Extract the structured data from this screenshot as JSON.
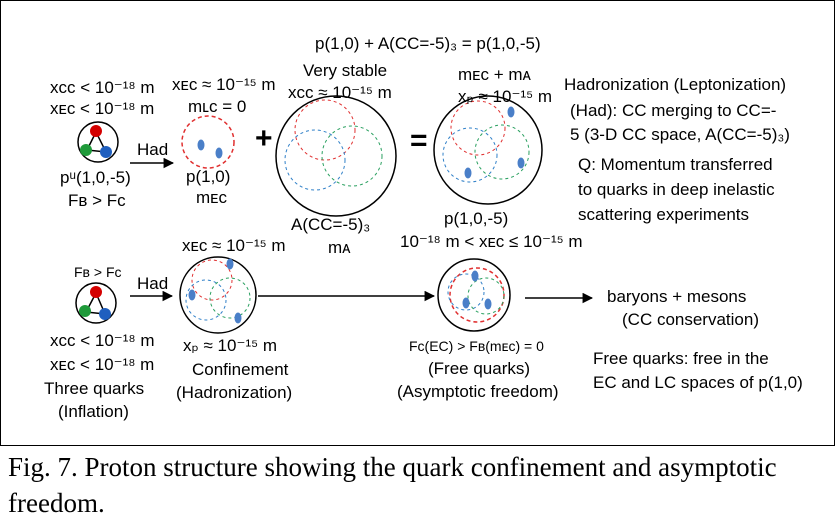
{
  "figure": {
    "top_label": "p(1,0) + A(CC=-5)₃ = p(1,0,-5)",
    "hadronization": {
      "title": "Hadronization (Leptonization)",
      "line1": "(Had): CC merging to CC=-",
      "line2": "5 (3-D CC space, A(CC=-5)₃)"
    },
    "question": {
      "line1": "Q: Momentum transferred",
      "line2": "to quarks in deep inelastic",
      "line3": "scattering experiments"
    },
    "row1": {
      "xcc": "xᴄᴄ < 10⁻¹⁸ m",
      "xec": "xᴇᴄ < 10⁻¹⁸ m",
      "pu": "pᵘ(1,0,-5)",
      "fb_fc": "Fʙ > Fᴄ",
      "had": "Had",
      "xec_approx": "xᴇᴄ ≈ 10⁻¹⁵ m",
      "mlc": "mʟᴄ = 0",
      "p10": "p(1,0)",
      "mec": "mᴇᴄ",
      "plus": "+",
      "very_stable": "Very stable",
      "xcc_approx": "xᴄᴄ ≈ 10⁻¹⁵ m",
      "a_cc": "A(CC=-5)₃",
      "ma": "mᴀ",
      "equals": "=",
      "mec_ma": "mᴇᴄ + mᴀ",
      "xp": "xₚ ≈ 10⁻¹⁵ m",
      "p105": "p(1,0,-5)"
    },
    "row2": {
      "fb_fc": "Fʙ > Fᴄ",
      "had": "Had",
      "xec_approx": "xᴇᴄ ≈ 10⁻¹⁵ m",
      "xcc": "xᴄᴄ < 10⁻¹⁸ m",
      "xec": "xᴇᴄ < 10⁻¹⁸ m",
      "three_quarks": "Three quarks",
      "inflation": "(Inflation)",
      "xp": "xₚ ≈ 10⁻¹⁵ m",
      "confinement": "Confinement",
      "hadronization": "(Hadronization)",
      "range": "10⁻¹⁸ m < xᴇᴄ ≤ 10⁻¹⁵ m",
      "fc_fb": "Fᴄ(EC) > Fʙ(mᴇᴄ) = 0",
      "free_quarks": "(Free  quarks)",
      "asymptotic": "(Asymptotic freedom)",
      "baryons": "baryons + mesons",
      "cc_conservation": "(CC conservation)",
      "free_line1": "Free  quarks: free in the",
      "free_line2": "EC and LC spaces of p(1,0)"
    },
    "caption": "Fig. 7. Proton structure showing the quark confinement and asymptotic freedom.",
    "colors": {
      "quark_red": "#d40000",
      "quark_green": "#1f9a3a",
      "quark_blue": "#1f5fbf",
      "ellipse_blue": "#4a7fc8",
      "dashed_red": "#e03030",
      "dashed_green": "#2aa060",
      "dashed_blue": "#3080c8"
    }
  }
}
